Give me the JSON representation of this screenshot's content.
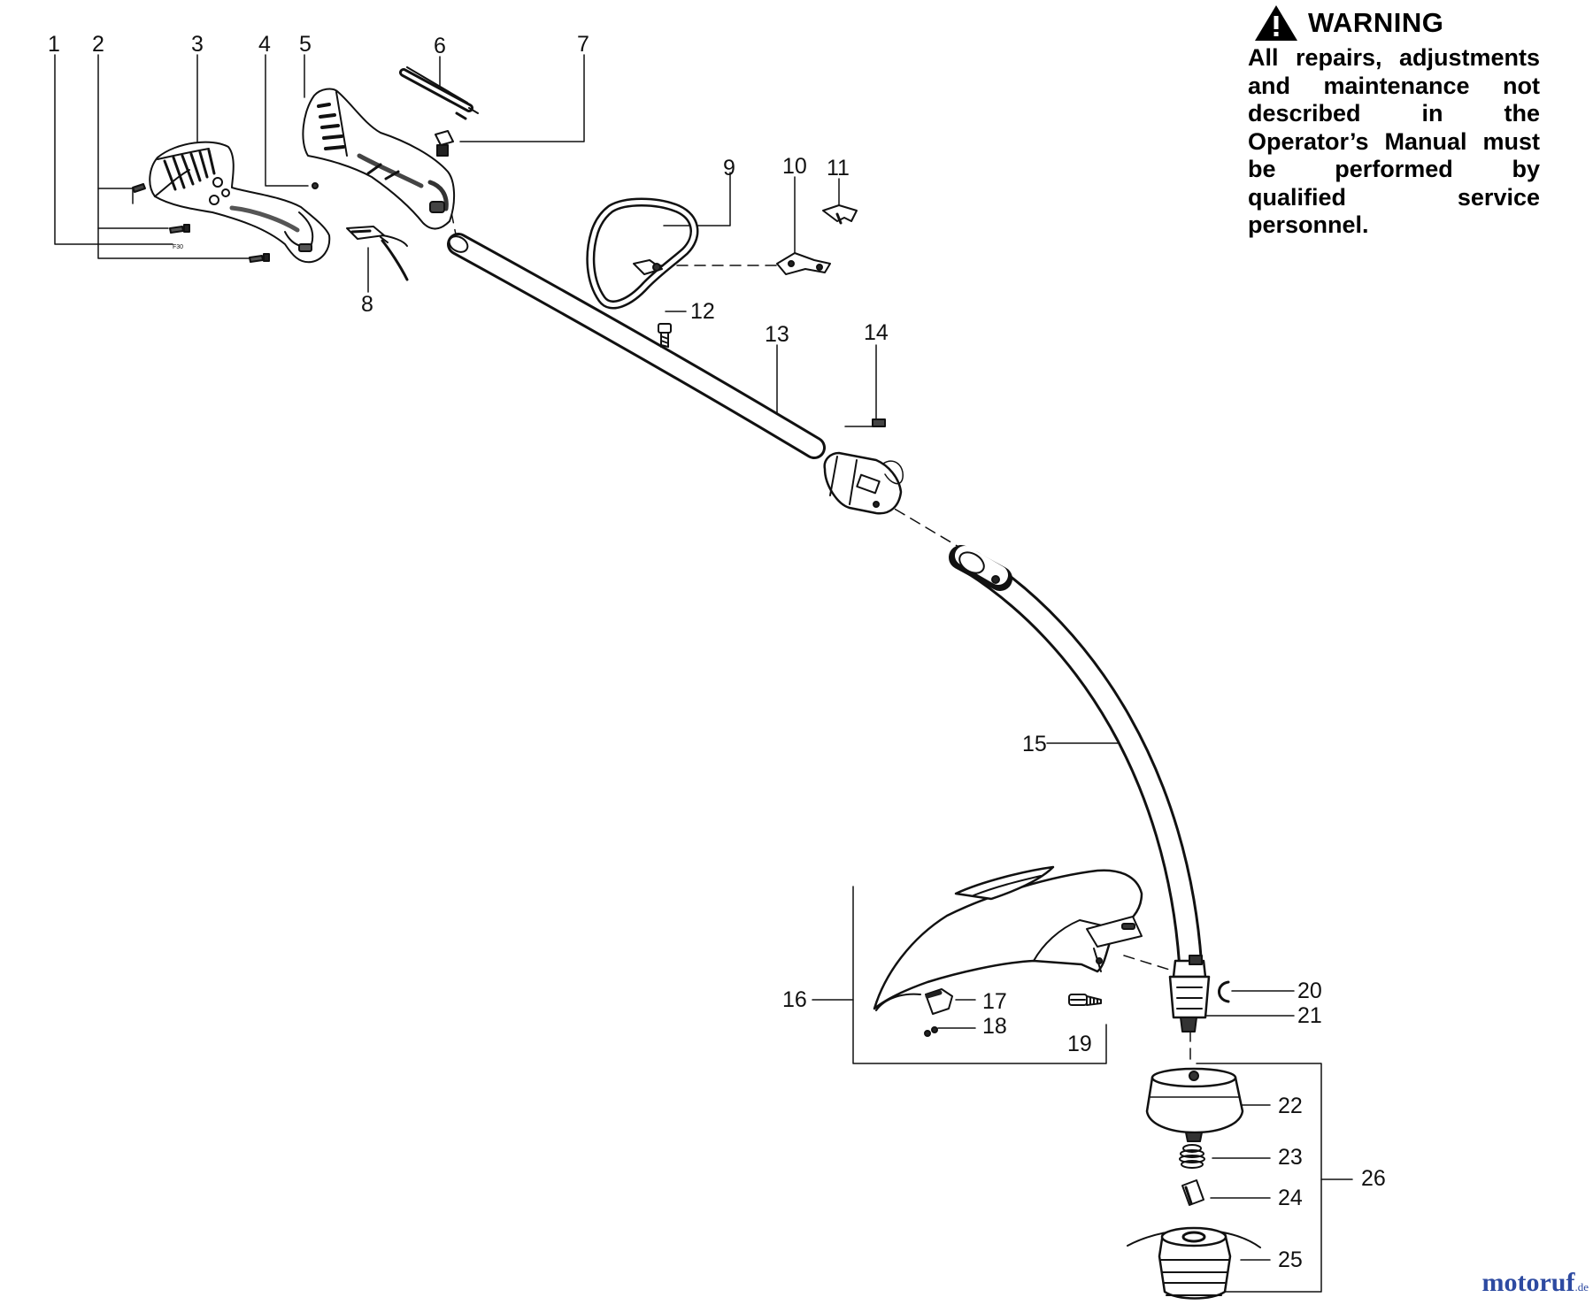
{
  "warning": {
    "title": "WARNING",
    "text": "All repairs, adjustments and maintenance not described in the Operator’s Manual must be performed by qualified service personnel."
  },
  "callouts": {
    "c1": "1",
    "c2": "2",
    "c3": "3",
    "c4": "4",
    "c5": "5",
    "c6": "6",
    "c7": "7",
    "c8": "8",
    "c9": "9",
    "c10": "10",
    "c11": "11",
    "c12": "12",
    "c13": "13",
    "c14": "14",
    "c15": "15",
    "c16": "16",
    "c17": "17",
    "c18": "18",
    "c19": "19",
    "c20": "20",
    "c21": "21",
    "c22": "22",
    "c23": "23",
    "c24": "24",
    "c25": "25",
    "c26": "26"
  },
  "logo": {
    "name": "motoruf",
    "suffix": ".de"
  },
  "colors": {
    "ink": "#111111",
    "logo": "#2d4aa1"
  }
}
